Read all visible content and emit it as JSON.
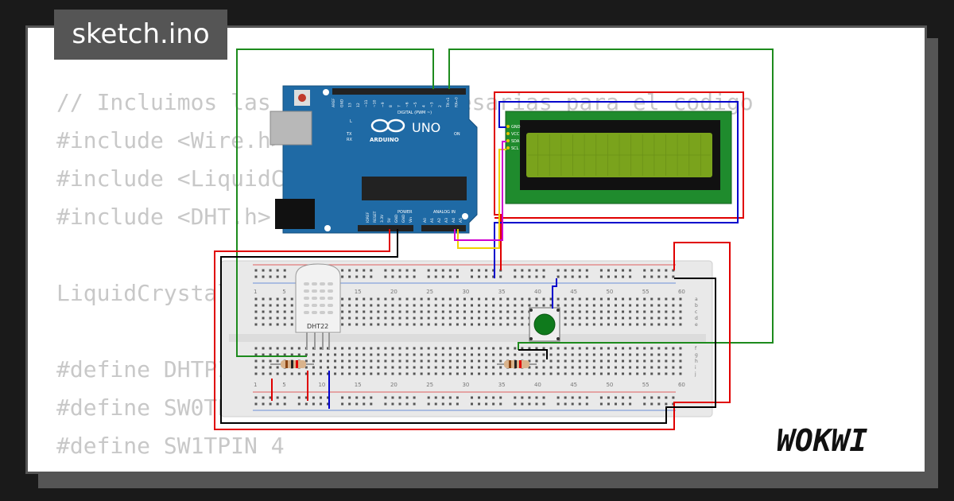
{
  "title": "sketch.ino",
  "code_lines": [
    "// Incluimos las librerias necesarias para el codigo",
    "#include <Wire.h>",
    "#include <LiquidCrystal_I2C.h>",
    "#include <DHT.h>",
    "",
    "LiquidCrystal_I2C lcd(0x27, 16, 2);",
    "",
    "#define DHTPIN 2",
    "#define SW0TPIN 3",
    "#define SW1TPIN 4"
  ],
  "brand": "WOKWI",
  "arduino": {
    "board_label": "UNO",
    "brand_label": "ARDUINO",
    "digital_label": "DIGITAL (PWM ~)",
    "power_label": "POWER",
    "analog_label": "ANALOG IN",
    "top_pins": [
      "AREF",
      "GND",
      "13",
      "12",
      "~11",
      "~10",
      "~9",
      "8",
      "7",
      "~6",
      "~5",
      "4",
      "~3",
      "2",
      "TX→1",
      "RX←0"
    ],
    "power_pins": [
      "IOREF",
      "RESET",
      "3.3V",
      "5V",
      "GND",
      "GND",
      "Vin"
    ],
    "analog_pins": [
      "A0",
      "A1",
      "A2",
      "A3",
      "A4",
      "A5"
    ],
    "led_labels": [
      "L",
      "TX",
      "RX"
    ],
    "on_label": "ON"
  },
  "lcd": {
    "pins": [
      "GND",
      "VCC",
      "SDA",
      "SCL"
    ]
  },
  "dht": {
    "label": "DHT22"
  },
  "breadboard": {
    "column_numbers": [
      "1",
      "5",
      "10",
      "15",
      "20",
      "25",
      "30",
      "35",
      "40",
      "45",
      "50",
      "55",
      "60"
    ],
    "row_letters_top": [
      "a",
      "b",
      "c",
      "d",
      "e"
    ],
    "row_letters_bottom": [
      "f",
      "g",
      "h",
      "i",
      "j"
    ]
  },
  "colors": {
    "background": "#1a1a1a",
    "card": "#ffffff",
    "frame": "#555555",
    "code_text": "#c8c8c8",
    "arduino_blue": "#1f6aa5",
    "lcd_green": "#1f8b2d",
    "lcd_screen": "#7aa31c",
    "wire_red": "#e00000",
    "wire_black": "#000000",
    "wire_green": "#1d8b1d",
    "wire_blue": "#0000cc",
    "wire_yellow": "#f0d000",
    "wire_magenta": "#d000d0",
    "button_green": "#0f7a1c"
  }
}
